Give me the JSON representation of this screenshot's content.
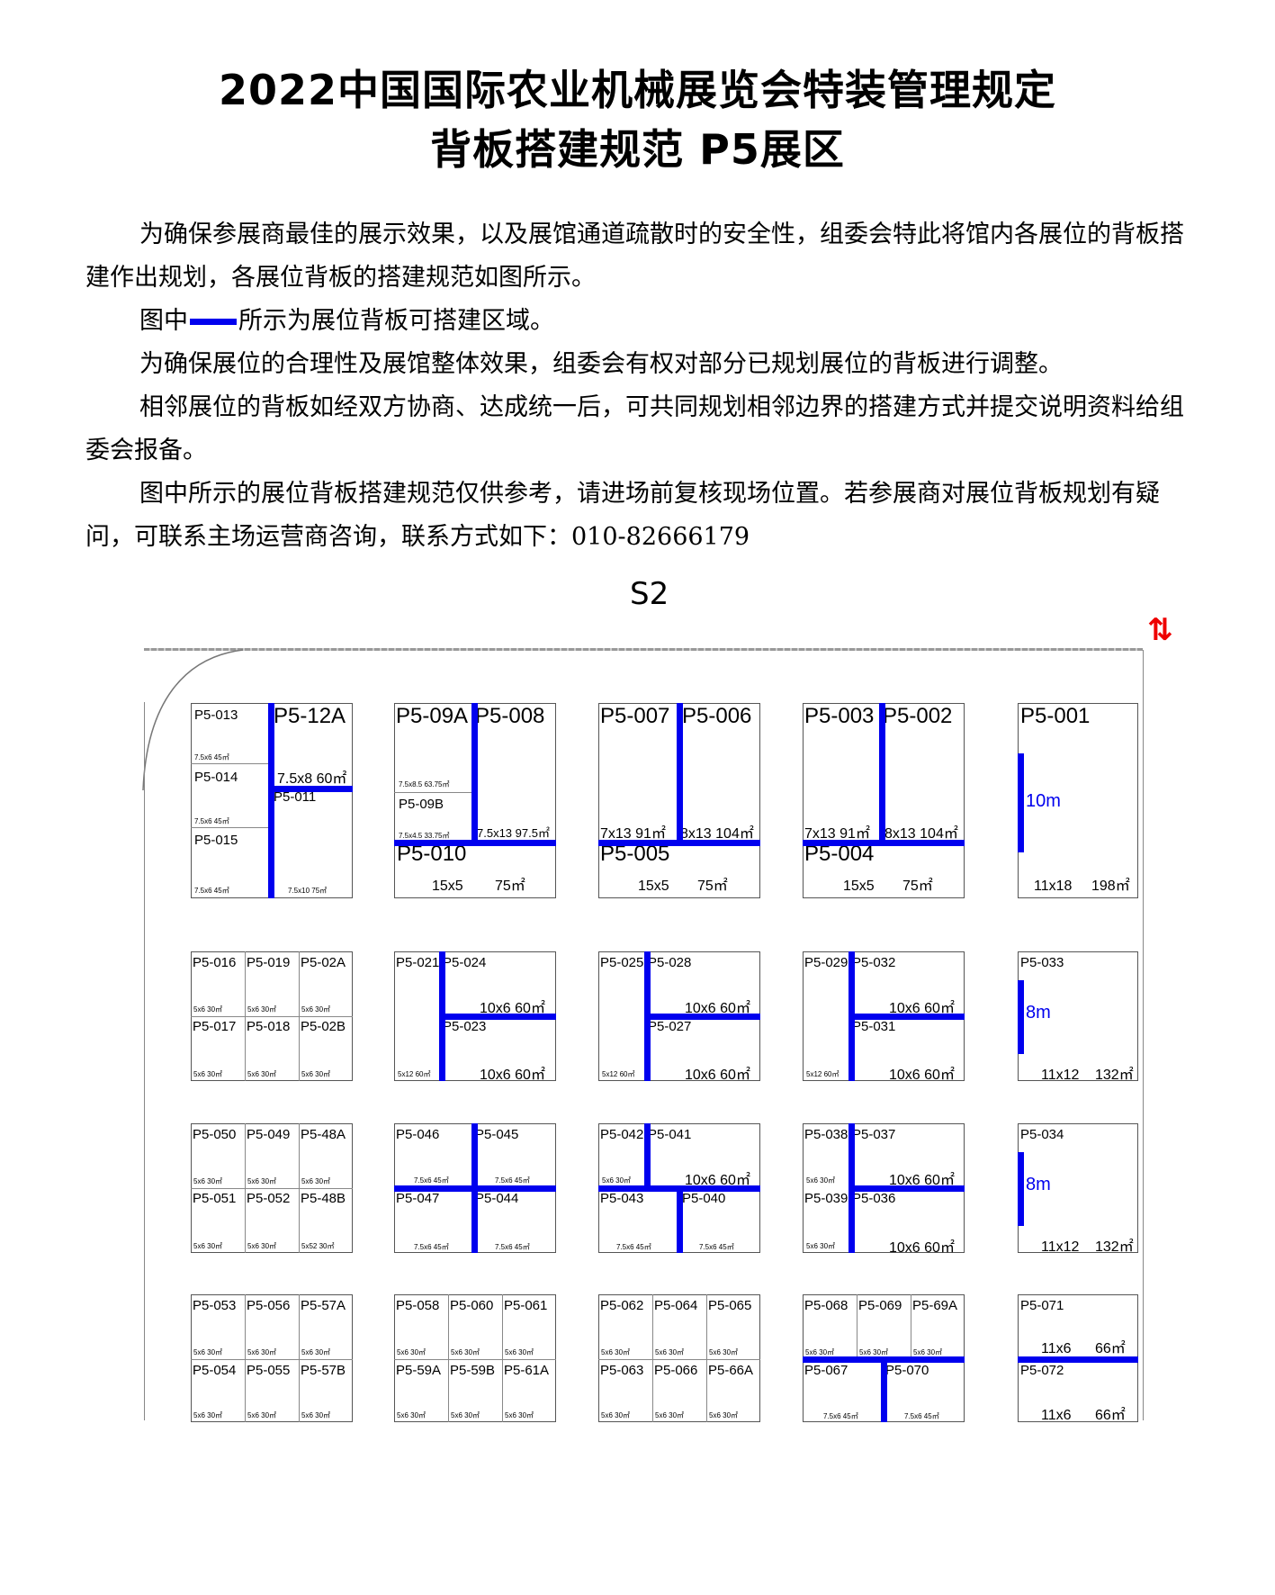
{
  "title": {
    "line1": "2022中国国际农业机械展览会特装管理规定",
    "line2": "背板搭建规范 P5展区"
  },
  "paragraphs": {
    "p1": "为确保参展商最佳的展示效果，以及展馆通道疏散时的安全性，组委会特此将馆内各展位的背板搭建作出规划，各展位背板的搭建规范如图所示。",
    "p2_pre": "图中",
    "p2_post": "所示为展位背板可搭建区域。",
    "p3": "为确保展位的合理性及展馆整体效果，组委会有权对部分已规划展位的背板进行调整。",
    "p4": "相邻展位的背板如经双方协商、达成统一后，可共同规划相邻边界的搭建方式并提交说明资料给组委会报备。",
    "p5": "图中所示的展位背板搭建规范仅供参考，请进场前复核现场位置。若参展商对展位背板规划有疑问，可联系主场运营商咨询，联系方式如下：010-82666179"
  },
  "colors": {
    "backboard": "#0000ee",
    "arrow": "#e00000"
  },
  "map": {
    "gate_label": "S2",
    "arrow_icon": "up-down-arrows",
    "labels": {
      "a1": "P5-013",
      "a2": "7.5x6 45㎡",
      "a3": "P5-014",
      "a4": "7.5x6 45㎡",
      "a5": "P5-015",
      "a6": "7.5x6 45㎡",
      "a7": "P5-12A",
      "a8": "7.5x8 60㎡",
      "a9": "P5-011",
      "a10": "7.5x10 75㎡",
      "b1": "P5-09A",
      "b2": "P5-008",
      "b3": "7.5x8.5 63.75㎡",
      "b4": "P5-09B",
      "b5": "7.5x4.5 33.75㎡",
      "b6": "7.5x13 97.5㎡",
      "b7": "P5-010",
      "b8": "15x5",
      "b9": "75㎡",
      "c1": "P5-007",
      "c2": "P5-006",
      "c3": "7x13 91㎡",
      "c4": "8x13 104㎡",
      "c5": "P5-005",
      "c6": "15x5",
      "c7": "75㎡",
      "d1": "P5-003",
      "d2": "P5-002",
      "d3": "7x13 91㎡",
      "d4": "8x13 104㎡",
      "d5": "P5-004",
      "d6": "15x5",
      "d7": "75㎡",
      "e1": "P5-001",
      "e2": "10m",
      "e3": "11x18",
      "e4": "198㎡",
      "f1": "P5-016",
      "f2": "P5-019",
      "f3": "P5-02A",
      "f4": "P5-017",
      "f5": "P5-018",
      "f6": "P5-02B",
      "f7": "5x6 30㎡",
      "g1": "P5-021",
      "g2": "P5-024",
      "g3": "10x6 60㎡",
      "g4": "P5-023",
      "g5": "5x12 60㎡",
      "g6": "10x6 60㎡",
      "h1": "P5-025",
      "h2": "P5-028",
      "h3": "10x6 60㎡",
      "h4": "P5-027",
      "h5": "5x12 60㎡",
      "h6": "10x6 60㎡",
      "i1": "P5-029",
      "i2": "P5-032",
      "i3": "10x6 60㎡",
      "i4": "P5-031",
      "i5": "5x12 60㎡",
      "i6": "10x6 60㎡",
      "j1": "P5-033",
      "j2": "8m",
      "j3": "11x12",
      "j4": "132㎡",
      "k1": "P5-050",
      "k2": "P5-049",
      "k3": "P5-48A",
      "k4": "P5-051",
      "k5": "P5-052",
      "k6": "P5-48B",
      "k7": "5x6 30㎡",
      "k8": "5x52 30㎡",
      "l1": "P5-046",
      "l2": "P5-045",
      "l3": "7.5x6 45㎡",
      "l4": "P5-047",
      "l5": "P5-044",
      "m1": "P5-042",
      "m2": "P5-041",
      "m3": "10x6 60㎡",
      "m4": "P5-043",
      "m5": "P5-040",
      "m6": "5x6 30㎡",
      "m7": "7.5x6 45㎡",
      "n1": "P5-038",
      "n2": "P5-037",
      "n3": "10x6 60㎡",
      "n4": "P5-039",
      "n5": "P5-036",
      "n6": "10x6 60㎡",
      "n7": "5x6 30㎡",
      "o1": "P5-034",
      "o2": "8m",
      "o3": "11x12",
      "o4": "132㎡",
      "p1": "P5-053",
      "p2": "P5-056",
      "p3": "P5-57A",
      "p4": "P5-054",
      "p5": "P5-055",
      "p6": "P5-57B",
      "p7": "5x6 30㎡",
      "q1": "P5-058",
      "q2": "P5-060",
      "q3": "P5-061",
      "q4": "P5-59A",
      "q5": "P5-59B",
      "q6": "P5-61A",
      "q7": "5x6 30㎡",
      "r1": "P5-062",
      "r2": "P5-064",
      "r3": "P5-065",
      "r4": "P5-063",
      "r5": "P5-066",
      "r6": "P5-66A",
      "r7": "5x6 30㎡",
      "s1": "P5-068",
      "s2": "P5-069",
      "s3": "P5-69A",
      "s4": "P5-067",
      "s5": "P5-070",
      "s6": "5x6 30㎡",
      "s7": "7.5x6 45㎡",
      "t1": "P5-071",
      "t2": "11x6",
      "t3": "66㎡",
      "t4": "P5-072",
      "t5": "11x6",
      "t6": "66㎡"
    }
  }
}
